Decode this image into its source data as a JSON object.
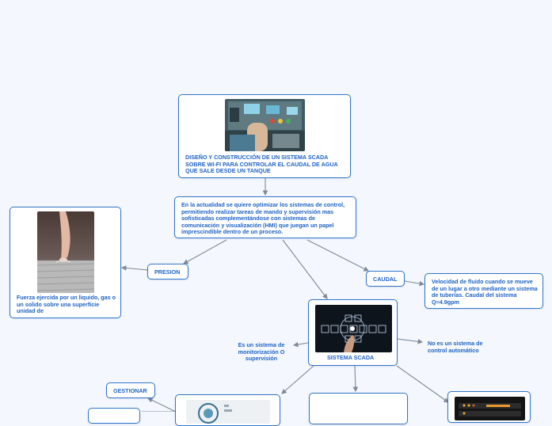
{
  "nodes": {
    "root_title": "DISEÑO Y CONSTRUCCIÓN DE UN SISTEMA SCADA SOBRE WI-FI PARA CONTROLAR EL CAUDAL DE AGUA QUE SALE DESDE UN TANQUE",
    "intro": "En la actualidad  se quiere optimizar los sistemas de control, permitiendo realizar tareas de mando y supervisión mas sofisticadas complementándose con sistemas de comunicación y visualización (HMI) que juegan un papel imprescindible dentro de un proceso.",
    "presion_label": "PRESION",
    "presion_desc": "Fuerza ejercida por un liquido, gas o un solido sobre una superficie unidad de",
    "caudal_label": "CAUDAL",
    "caudal_desc": "Velocidad de fluido cuando se mueve de un lugar a otro mediante un sistema de tuberías. Caudal del sistema Q=4.9gpm",
    "scada_label": "SISTEMA SCADA",
    "scada_left": "Es un sistema de monitorización O supervisión",
    "scada_right": "No es un sistema de control automático",
    "gestionar_label": "GESTIONAR"
  },
  "colors": {
    "background": "#f4f7fd",
    "border": "#2f74c8",
    "text": "#1e63c4",
    "connector": "#7f8a99"
  },
  "icons": [
    "control-panel-image",
    "finger-pressure-image",
    "scada-touch-interface-image",
    "iot-logo-image",
    "equipment-rack-image"
  ]
}
